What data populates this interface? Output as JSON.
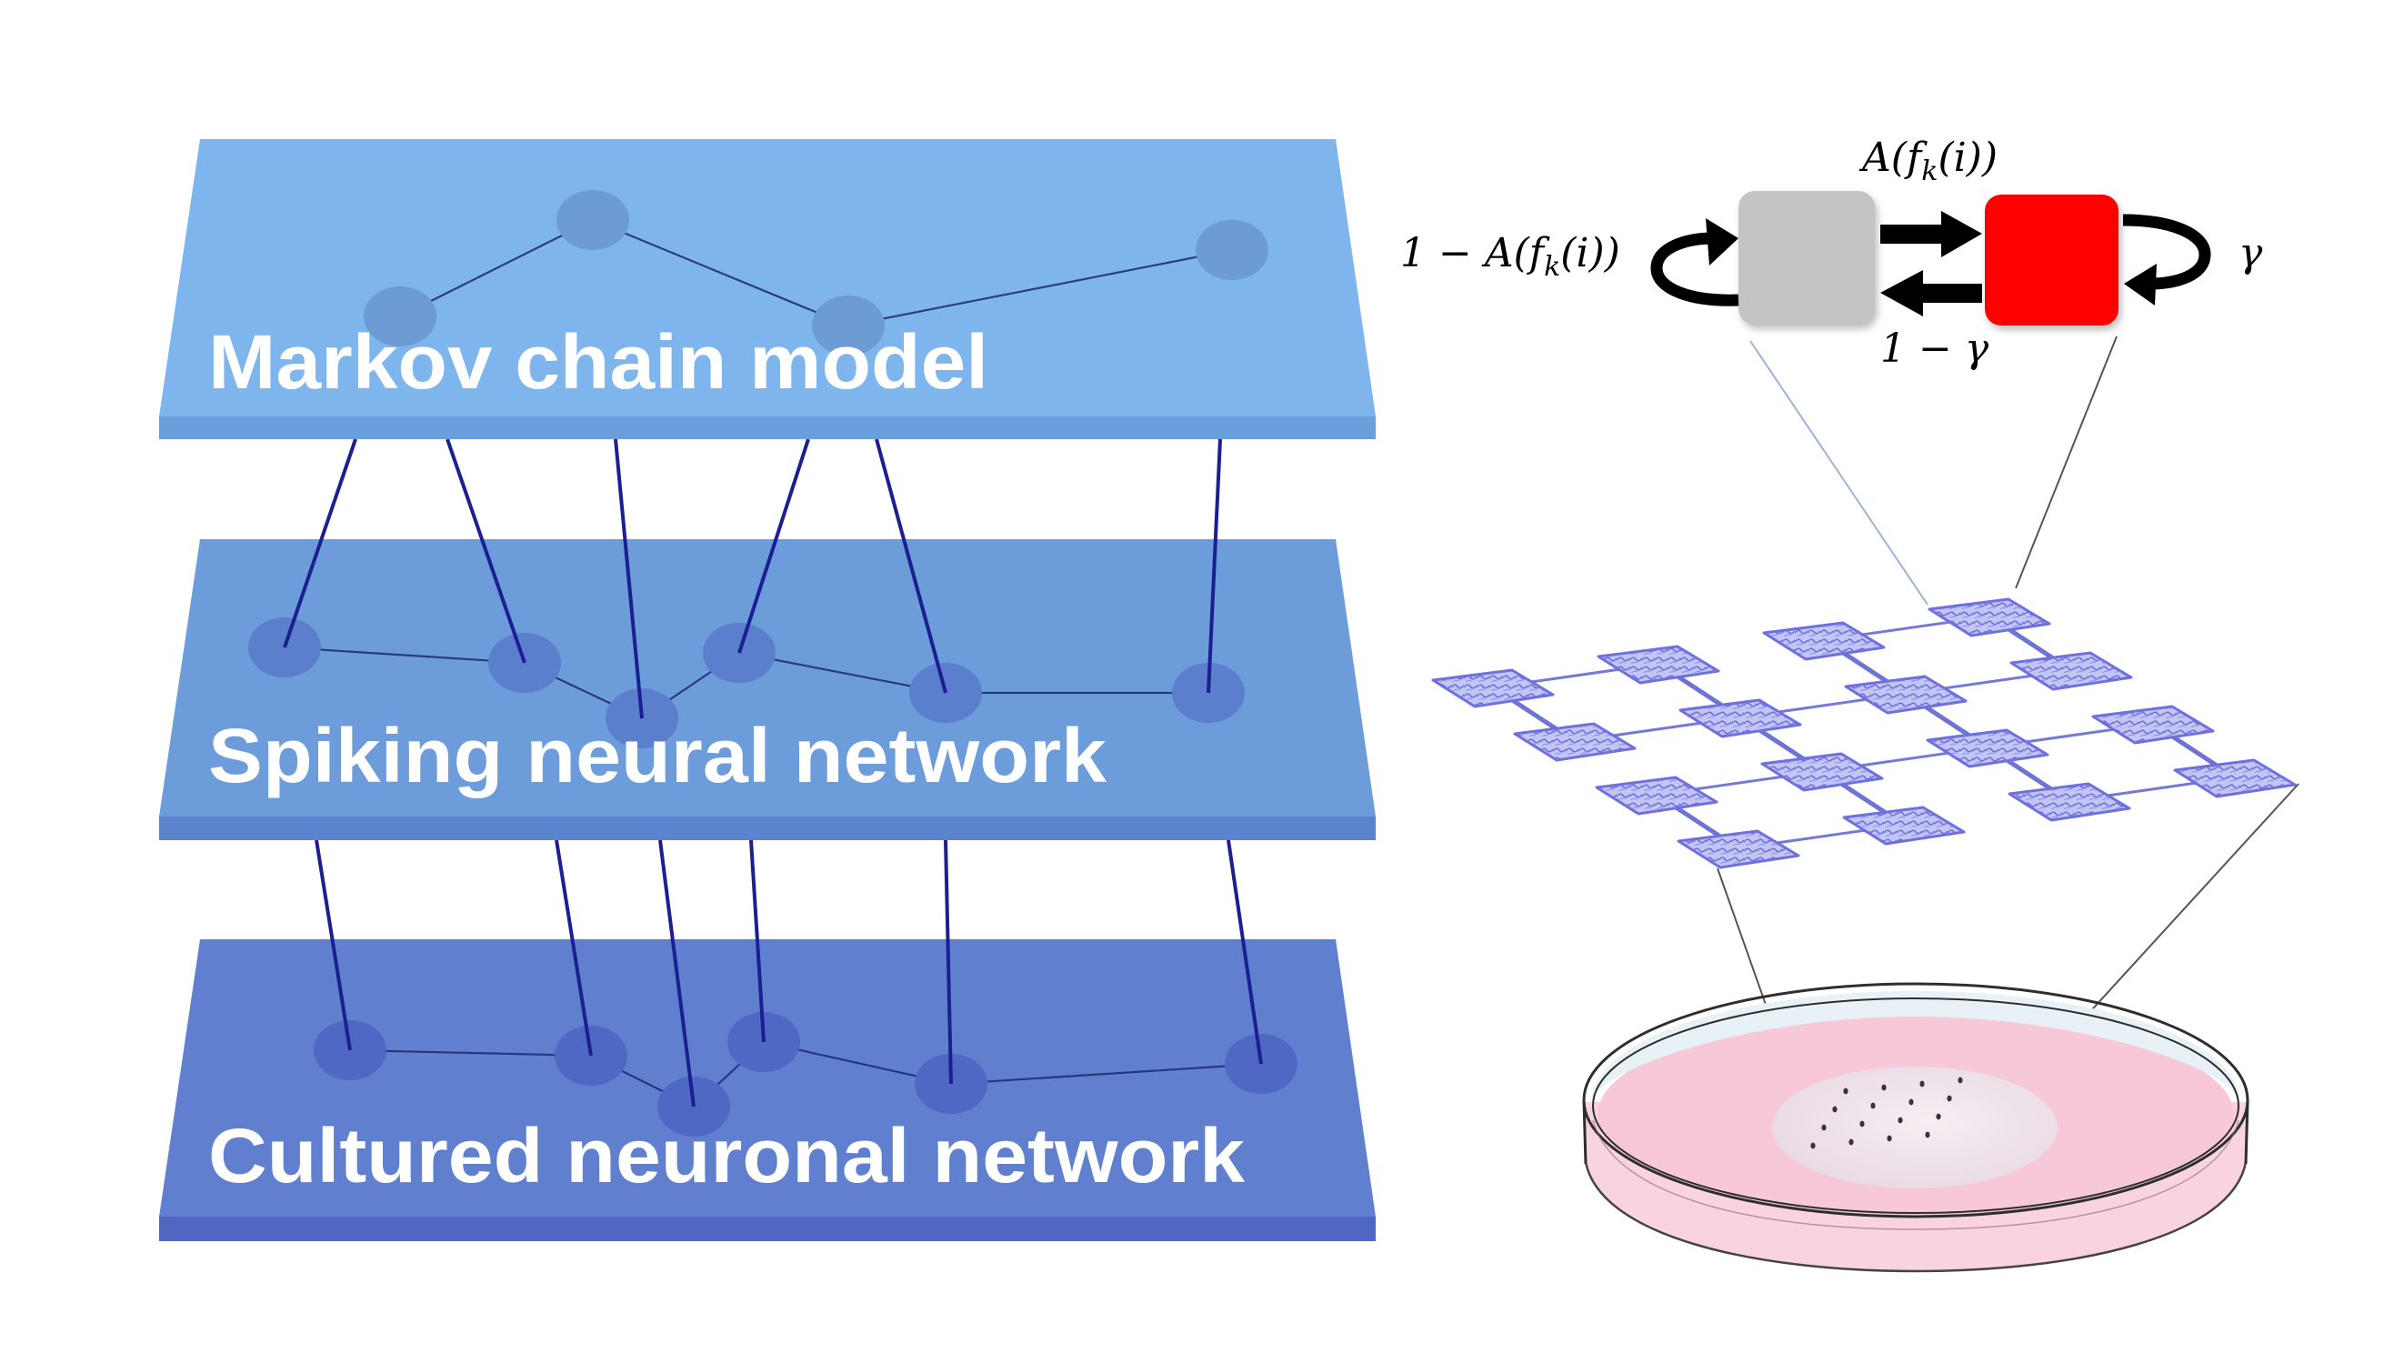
{
  "figure": {
    "layers": [
      {
        "id": "markov",
        "label": "Markov chain model",
        "surface_color": "#7db5ec",
        "front_color": "#689fdc",
        "node_color": "#6d9bd4",
        "nodes": 4,
        "edges": [
          [
            0,
            1
          ],
          [
            1,
            2
          ],
          [
            2,
            3
          ]
        ]
      },
      {
        "id": "snn",
        "label": "Spiking neural network",
        "surface_color": "#6c9cda",
        "front_color": "#5c83cd",
        "node_color": "#5b7fcd",
        "nodes": 6,
        "edges": [
          [
            0,
            1
          ],
          [
            1,
            2
          ],
          [
            2,
            3
          ],
          [
            3,
            4
          ],
          [
            4,
            5
          ]
        ]
      },
      {
        "id": "cultured",
        "label": "Cultured neuronal network",
        "surface_color": "#6080cf",
        "front_color": "#4f66c2",
        "node_color": "#4f68c4",
        "nodes": 6,
        "edges": [
          [
            0,
            1
          ],
          [
            1,
            2
          ],
          [
            2,
            3
          ],
          [
            3,
            4
          ],
          [
            4,
            5
          ]
        ]
      }
    ],
    "interlayer_links": {
      "markov_to_snn": 6,
      "snn_to_cultured": 6,
      "color": "#1b1f92"
    },
    "markov_diagram": {
      "states": [
        {
          "id": "inactive",
          "color": "#c4c4c4"
        },
        {
          "id": "active",
          "color": "#ff0000"
        }
      ],
      "transitions": {
        "inactive_to_active": "A(f_k(i))",
        "inactive_self": "1 − A(f_k(i))",
        "active_self": "γ",
        "active_to_inactive": "1 − γ"
      },
      "labels": {
        "forward": {
          "pre": "A(",
          "f": "f",
          "sub": "k",
          "post": "(i))"
        },
        "self_inactive": {
          "pre": "1 − A(",
          "f": "f",
          "sub": "k",
          "post": "(i))"
        },
        "self_active": "γ",
        "backward": "1 − γ"
      }
    },
    "electrode_grid": {
      "rows": 4,
      "cols": 4,
      "tile_color": "#6f6fe0",
      "tile_fill": "#b9bdf2",
      "h_links": [
        [
          0,
          0
        ],
        [
          0,
          2
        ],
        [
          1,
          0
        ],
        [
          1,
          1
        ],
        [
          1,
          2
        ],
        [
          2,
          0
        ],
        [
          2,
          1
        ],
        [
          2,
          2
        ],
        [
          3,
          0
        ],
        [
          3,
          2
        ]
      ],
      "v_links": [
        [
          0,
          0
        ],
        [
          0,
          1
        ],
        [
          0,
          2
        ],
        [
          0,
          3
        ],
        [
          1,
          1
        ],
        [
          1,
          2
        ],
        [
          2,
          0
        ],
        [
          2,
          1
        ],
        [
          2,
          2
        ],
        [
          2,
          3
        ]
      ]
    },
    "petri_dish": {
      "medium_color": "#f7c9d8",
      "rim_color": "#333333",
      "glass_color": "#e8f1f5",
      "mea_color": "#f1e6ee",
      "electrodes": 16
    }
  }
}
